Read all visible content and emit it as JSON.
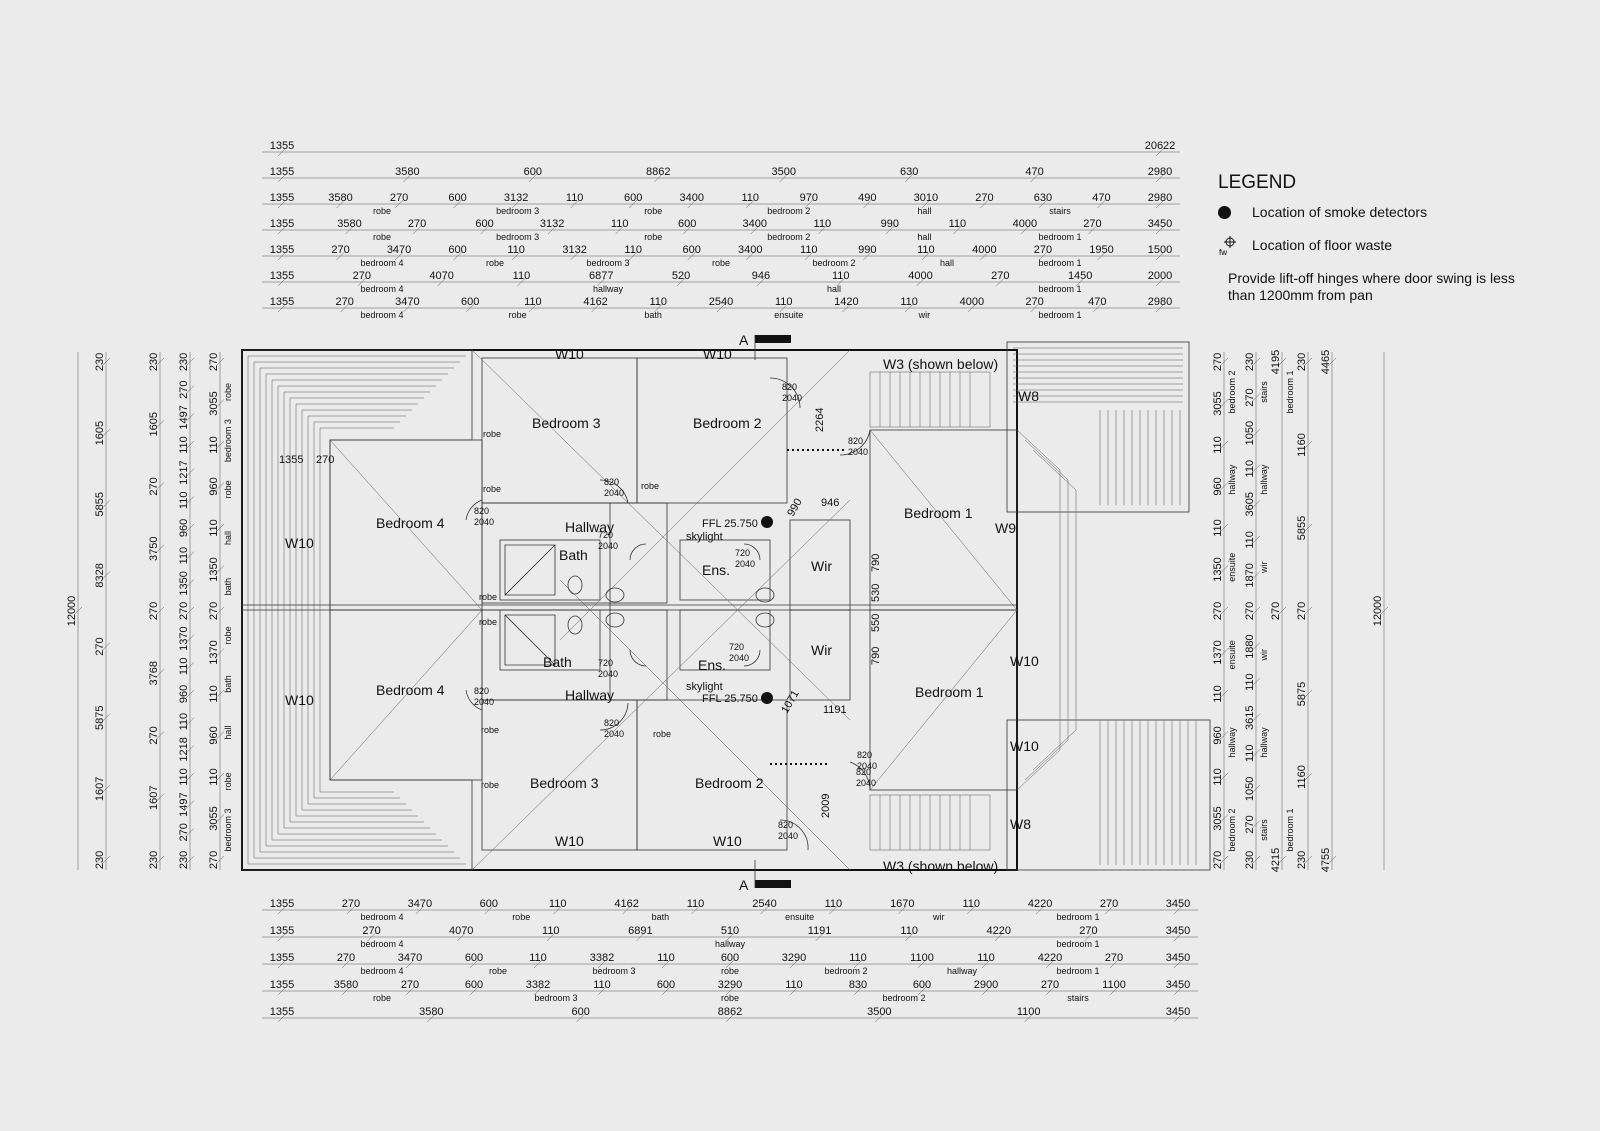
{
  "legend": {
    "title": "LEGEND",
    "items": [
      {
        "icon": "smoke-detector-dot",
        "label": "Location of smoke detectors"
      },
      {
        "icon": "floor-waste-crosshair",
        "label": "Location of floor waste"
      }
    ],
    "fw_abbrev": "fw",
    "note": "Provide lift-off hinges where door swing is less than 1200mm from pan"
  },
  "rooms": [
    {
      "label": "Bedroom 3"
    },
    {
      "label": "Bedroom 2"
    },
    {
      "label": "Bedroom 4"
    },
    {
      "label": "Hallway"
    },
    {
      "label": "Bedroom 1"
    },
    {
      "label": "Bath"
    },
    {
      "label": "Ens."
    },
    {
      "label": "Wir"
    },
    {
      "label": "Bedroom 4"
    },
    {
      "label": "Hallway"
    },
    {
      "label": "Bedroom 1"
    },
    {
      "label": "Bath"
    },
    {
      "label": "Ens."
    },
    {
      "label": "Wir"
    },
    {
      "label": "Bedroom 3"
    },
    {
      "label": "Bedroom 2"
    }
  ],
  "windows": [
    {
      "label": "W10"
    },
    {
      "label": "W10"
    },
    {
      "label": "W3 (shown below)"
    },
    {
      "label": "W8"
    },
    {
      "label": "W9"
    },
    {
      "label": "W10"
    },
    {
      "label": "W10"
    },
    {
      "label": "W10"
    },
    {
      "label": "W10"
    },
    {
      "label": "W8"
    },
    {
      "label": "W10"
    },
    {
      "label": "W10"
    },
    {
      "label": "W3 (shown below)"
    }
  ],
  "doors": [
    "820\n2040",
    "820\n2040",
    "820\n2040",
    "820\n2040",
    "720\n2040",
    "720\n2040",
    "720\n2040",
    "720\n2040",
    "820\n2040",
    "820\n2040",
    "820\n2040",
    "820\n2040",
    "820\n2040"
  ],
  "annotations": {
    "ffl": "FFL 25.750",
    "skylight": "skylight",
    "section": "A",
    "robe": "robe",
    "inner_dims": [
      "2264",
      "946",
      "990",
      "790",
      "530",
      "550",
      "790",
      "1071",
      "1191",
      "2009"
    ],
    "inner_1355": "1355",
    "inner_270": "270"
  },
  "dimensions_top": [
    {
      "values": [
        "1355",
        "20622"
      ],
      "subs": []
    },
    {
      "values": [
        "1355",
        "3580",
        "600",
        "8862",
        "3500",
        "630",
        "470",
        "2980"
      ],
      "subs": []
    },
    {
      "values": [
        "1355",
        "3580",
        "270",
        "600",
        "3132",
        "110",
        "600",
        "3400",
        "110",
        "970",
        "490",
        "3010",
        "270",
        "630",
        "470",
        "2980"
      ],
      "subs": [
        "robe",
        "bedroom 3",
        "robe",
        "bedroom 2",
        "hall",
        "stairs"
      ]
    },
    {
      "values": [
        "1355",
        "3580",
        "270",
        "600",
        "3132",
        "110",
        "600",
        "3400",
        "110",
        "990",
        "110",
        "4000",
        "270",
        "3450"
      ],
      "subs": [
        "robe",
        "bedroom 3",
        "robe",
        "bedroom 2",
        "hall",
        "bedroom 1"
      ]
    },
    {
      "values": [
        "1355",
        "270",
        "3470",
        "600",
        "110",
        "3132",
        "110",
        "600",
        "3400",
        "110",
        "990",
        "110",
        "4000",
        "270",
        "1950",
        "1500"
      ],
      "subs": [
        "bedroom 4",
        "robe",
        "bedroom 3",
        "robe",
        "bedroom 2",
        "hall",
        "bedroom 1"
      ]
    },
    {
      "values": [
        "1355",
        "270",
        "4070",
        "110",
        "6877",
        "520",
        "946",
        "110",
        "4000",
        "270",
        "1450",
        "2000"
      ],
      "subs": [
        "bedroom 4",
        "hallway",
        "hall",
        "bedroom 1"
      ]
    },
    {
      "values": [
        "1355",
        "270",
        "3470",
        "600",
        "110",
        "4162",
        "110",
        "2540",
        "110",
        "1420",
        "110",
        "4000",
        "270",
        "470",
        "2980"
      ],
      "subs": [
        "bedroom 4",
        "robe",
        "bath",
        "ensuite",
        "wir",
        "bedroom 1"
      ]
    }
  ],
  "dimensions_bottom": [
    {
      "values": [
        "1355",
        "270",
        "3470",
        "600",
        "110",
        "4162",
        "110",
        "2540",
        "110",
        "1670",
        "110",
        "4220",
        "270",
        "3450"
      ],
      "subs": [
        "bedroom 4",
        "robe",
        "bath",
        "ensuite",
        "wir",
        "bedroom 1"
      ]
    },
    {
      "values": [
        "1355",
        "270",
        "4070",
        "110",
        "6891",
        "510",
        "1191",
        "110",
        "4220",
        "270",
        "3450"
      ],
      "subs": [
        "bedroom 4",
        "hallway",
        "bedroom 1"
      ]
    },
    {
      "values": [
        "1355",
        "270",
        "3470",
        "600",
        "110",
        "3382",
        "110",
        "600",
        "3290",
        "110",
        "1100",
        "110",
        "4220",
        "270",
        "3450"
      ],
      "subs": [
        "bedroom 4",
        "robe",
        "bedroom 3",
        "robe",
        "bedroom 2",
        "hallway",
        "bedroom 1"
      ]
    },
    {
      "values": [
        "1355",
        "3580",
        "270",
        "600",
        "3382",
        "110",
        "600",
        "3290",
        "110",
        "830",
        "600",
        "2900",
        "270",
        "1100",
        "3450"
      ],
      "subs": [
        "robe",
        "bedroom 3",
        "robe",
        "bedroom 2",
        "stairs"
      ]
    },
    {
      "values": [
        "1355",
        "3580",
        "600",
        "8862",
        "3500",
        "1100",
        "3450"
      ],
      "subs": []
    }
  ],
  "dimensions_left": [
    {
      "values": [
        "12000"
      ]
    },
    {
      "values": [
        "230",
        "1605",
        "5855",
        "8328",
        "270",
        "5875",
        "1607",
        "230"
      ]
    },
    {
      "values": [
        "230",
        "1605",
        "270",
        "3750",
        "270",
        "3768",
        "270",
        "1607",
        "230"
      ]
    },
    {
      "values": [
        "230",
        "270",
        "1497",
        "110",
        "1217",
        "110",
        "960",
        "110",
        "1350",
        "270",
        "1370",
        "110",
        "960",
        "110",
        "1218",
        "110",
        "1497",
        "270",
        "230"
      ]
    },
    {
      "values": [
        "270",
        "3055",
        "110",
        "960",
        "110",
        "1350",
        "270",
        "1370",
        "110",
        "960",
        "110",
        "3055",
        "270"
      ],
      "subs": [
        "robe",
        "bedroom 3",
        "robe",
        "hall",
        "bath",
        "robe",
        "bath",
        "hall",
        "robe",
        "bedroom 3"
      ]
    }
  ],
  "dimensions_right": [
    {
      "values": [
        "270",
        "3055",
        "110",
        "960",
        "110",
        "1350",
        "270",
        "1370",
        "110",
        "960",
        "110",
        "3055",
        "270"
      ],
      "subs": [
        "bedroom 2",
        "hallway",
        "ensuite",
        "ensuite",
        "hallway",
        "bedroom 2"
      ]
    },
    {
      "values": [
        "230",
        "270",
        "1050",
        "110",
        "3605",
        "110",
        "1870",
        "270",
        "1880",
        "110",
        "3615",
        "110",
        "1050",
        "270",
        "230"
      ],
      "subs": [
        "stairs",
        "hallway",
        "wir",
        "wir",
        "hallway",
        "stairs"
      ]
    },
    {
      "values": [
        "4195",
        "270",
        "4215"
      ],
      "subs": [
        "bedroom 1",
        "bedroom 1"
      ]
    },
    {
      "values": [
        "230",
        "1160",
        "5855",
        "270",
        "5875",
        "1160",
        "230"
      ]
    },
    {
      "values": [
        "4465",
        "4755"
      ]
    },
    {
      "values": [
        "12000"
      ]
    }
  ],
  "colors": {
    "background": "#ebebeb",
    "ink": "#111111"
  }
}
